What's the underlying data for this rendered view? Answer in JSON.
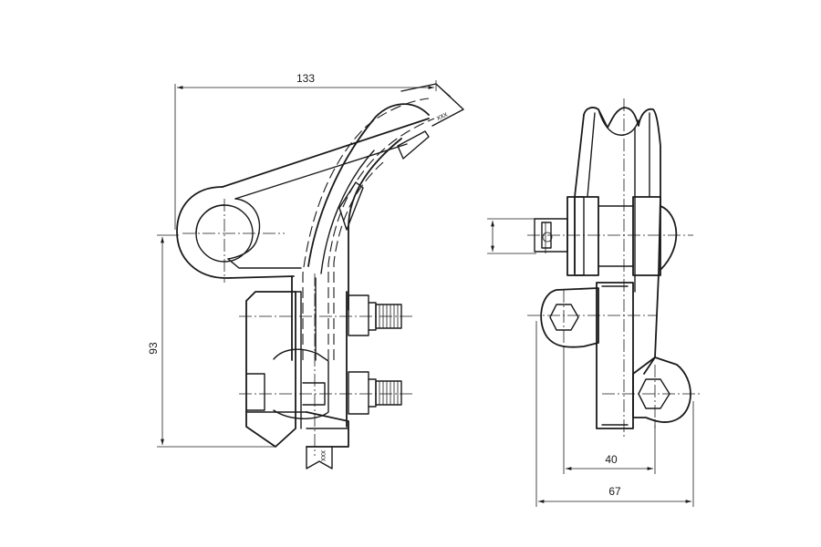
{
  "dimensions": {
    "overall_width": "133",
    "height": "93",
    "bolt_spacing": "40",
    "overall_depth": "67"
  },
  "cable_markings": {
    "top": "xxx",
    "bottom": "xxx"
  }
}
